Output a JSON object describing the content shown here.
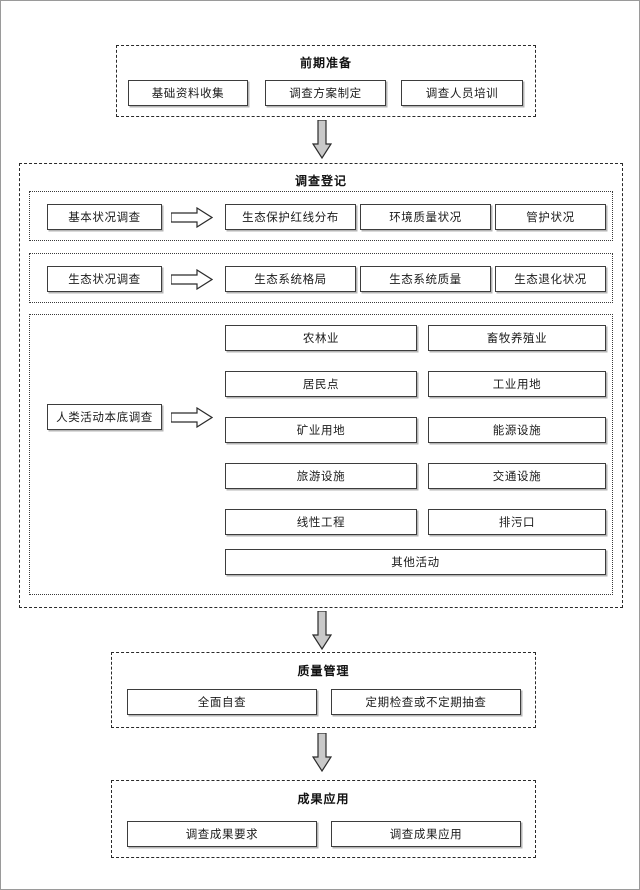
{
  "diagram": {
    "title_semantic": "ecological-protection-redline-survey-workflow",
    "colors": {
      "node_border": "#3d3d3d",
      "node_fill": "#ffffff",
      "stage_border": "#2a2a2a",
      "subgroup_border": "#3a3a3a",
      "arrow_fill_vertical": "#c9c9c9",
      "arrow_fill_horizontal": "#ffffff",
      "arrow_stroke": "#2b2b2b",
      "page_border": "#9a9a9a",
      "text": "#1b1b1b"
    }
  },
  "stages": {
    "preparation": {
      "title": "前期准备",
      "items": [
        {
          "label": "基础资料收集"
        },
        {
          "label": "调查方案制定"
        },
        {
          "label": "调查人员培训"
        }
      ]
    },
    "registration": {
      "title": "调查登记",
      "groups": [
        {
          "id": "basic-status",
          "source": "基本状况调查",
          "items": [
            {
              "label": "生态保护红线分布"
            },
            {
              "label": "环境质量状况"
            },
            {
              "label": "管护状况"
            }
          ]
        },
        {
          "id": "ecological-status",
          "source": "生态状况调查",
          "items": [
            {
              "label": "生态系统格局"
            },
            {
              "label": "生态系统质量"
            },
            {
              "label": "生态退化状况"
            }
          ]
        },
        {
          "id": "human-activity",
          "source": "人类活动本底调查",
          "items": [
            {
              "label": "农林业"
            },
            {
              "label": "畜牧养殖业"
            },
            {
              "label": "居民点"
            },
            {
              "label": "工业用地"
            },
            {
              "label": "矿业用地"
            },
            {
              "label": "能源设施"
            },
            {
              "label": "旅游设施"
            },
            {
              "label": "交通设施"
            },
            {
              "label": "线性工程"
            },
            {
              "label": "排污口"
            },
            {
              "label": "其他活动"
            }
          ]
        }
      ]
    },
    "quality": {
      "title": "质量管理",
      "items": [
        {
          "label": "全面自查"
        },
        {
          "label": "定期检查或不定期抽查"
        }
      ]
    },
    "application": {
      "title": "成果应用",
      "items": [
        {
          "label": "调查成果要求"
        },
        {
          "label": "调查成果应用"
        }
      ]
    }
  },
  "connectors": {
    "vertical": [
      {
        "name": "arrow-preparation-to-registration"
      },
      {
        "name": "arrow-registration-to-quality"
      },
      {
        "name": "arrow-quality-to-application"
      }
    ],
    "horizontal": [
      {
        "name": "arrow-basic-status-to-items"
      },
      {
        "name": "arrow-ecological-status-to-items"
      },
      {
        "name": "arrow-human-activity-to-items"
      }
    ]
  }
}
